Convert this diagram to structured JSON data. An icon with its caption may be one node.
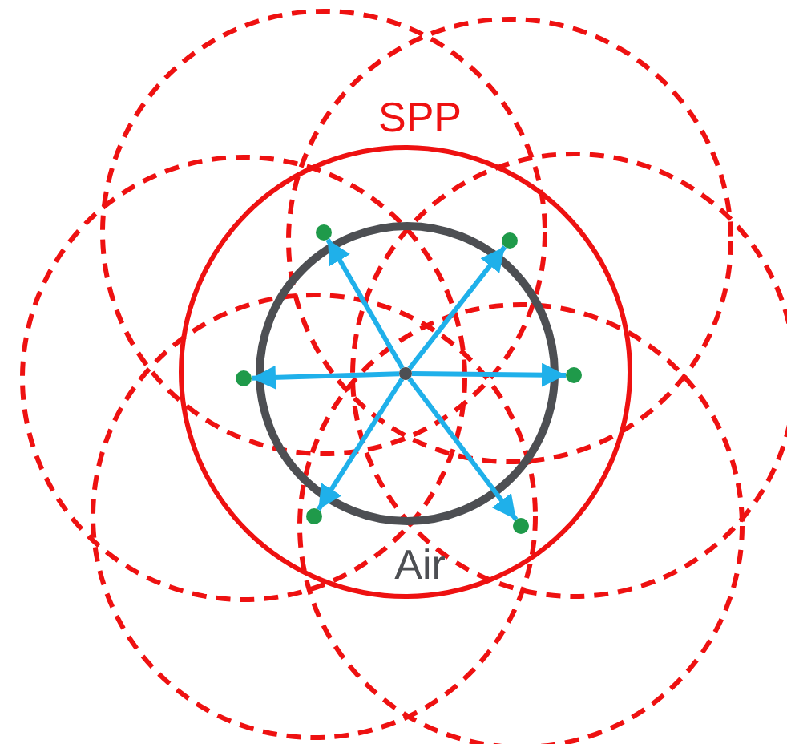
{
  "diagram": {
    "nodes": [
      {
        "text": [
          "SPP"
        ]
      },
      {
        "text": [
          "Air"
        ],
        "in": 0
      },
      {
        "text": [],
        "shape": "circle",
        "in": 1
      },
      {
        "text": [],
        "shape": "circle",
        "in": 0
      },
      {
        "text": [],
        "shape": "circle",
        "in": 0
      },
      {
        "text": [],
        "shape": "circle",
        "in": 0
      },
      {
        "text": [],
        "shape": "circle",
        "in": 0
      },
      {
        "text": [],
        "shape": "circle",
        "in": 0
      },
      {
        "text": [],
        "shape": "circle",
        "in": 0
      }
    ],
    "edges": [
      {
        "from": 2,
        "to": 3,
        "arrow": "to"
      },
      {
        "from": 2,
        "to": 4,
        "arrow": "to"
      },
      {
        "from": 2,
        "to": 5,
        "arrow": "to"
      },
      {
        "from": 2,
        "to": 6,
        "arrow": "to"
      },
      {
        "from": 2,
        "to": 7,
        "arrow": "to"
      },
      {
        "from": 2,
        "to": 8,
        "arrow": "to"
      }
    ]
  }
}
